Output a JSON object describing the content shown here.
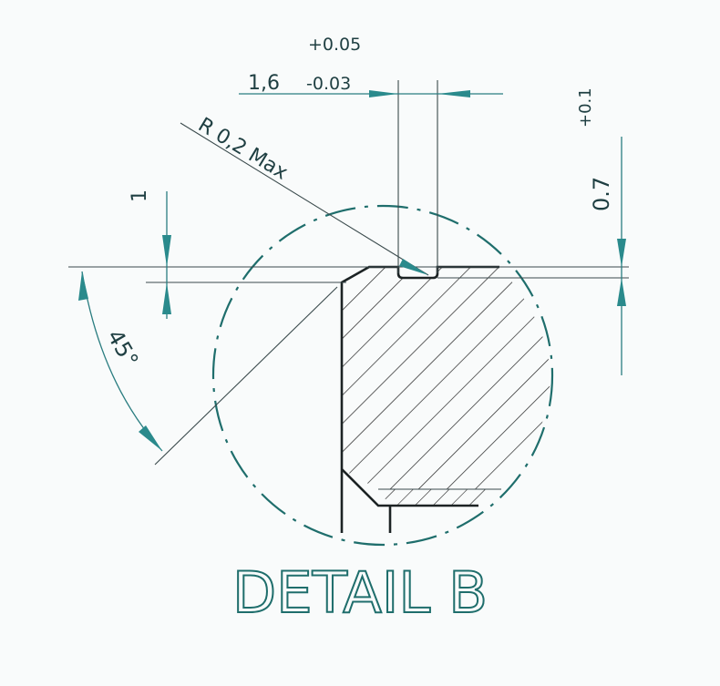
{
  "title": "DETAIL B",
  "dimensions": {
    "groove_width": {
      "nominal": "1,6",
      "upper_tol": "+0.05",
      "lower_tol": "-0.03"
    },
    "radius": "R 0,2 Max",
    "chamfer_height": "1",
    "chamfer_angle": "45°",
    "groove_depth": {
      "nominal": "0.7",
      "tol": "+0.1"
    }
  },
  "colors": {
    "dimension": "#2a7d80",
    "outline": "#1c2324",
    "title": "#1f6e6c"
  }
}
